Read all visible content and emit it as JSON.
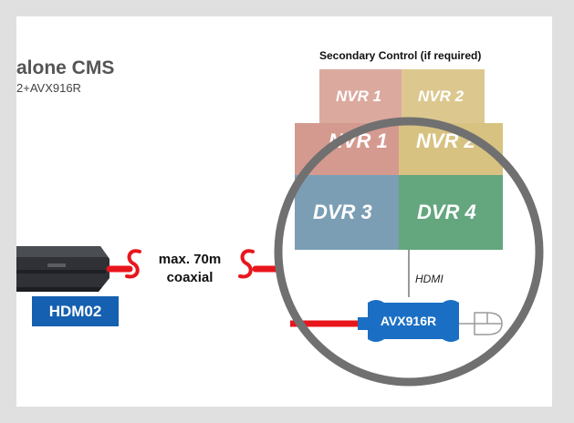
{
  "header": {
    "title": "alone CMS",
    "subtitle": "2+AVX916R"
  },
  "secondary": {
    "title": "Secondary Control (if required)",
    "tiles": [
      {
        "label": "NVR 1",
        "color": "#d9a59b"
      },
      {
        "label": "NVR 2",
        "color": "#dcc78e"
      },
      {
        "label": "NVR 1",
        "color": "#d9a59b"
      },
      {
        "label": "NVR 2",
        "color": "#dcc78e"
      },
      {
        "label": "DVR 3",
        "color": "#7c9fb5"
      },
      {
        "label": "DVR 4",
        "color": "#66a87f"
      }
    ]
  },
  "devices": {
    "hdm_label": "HDM02",
    "hdm_color": "#1560b0",
    "avx_label": "AVX916R",
    "avx_color": "#1a6fc4"
  },
  "link": {
    "max_line1": "max. 70m",
    "max_line2": "coaxial",
    "cable_color": "#e8161c"
  },
  "hdmi_label": "HDMI"
}
